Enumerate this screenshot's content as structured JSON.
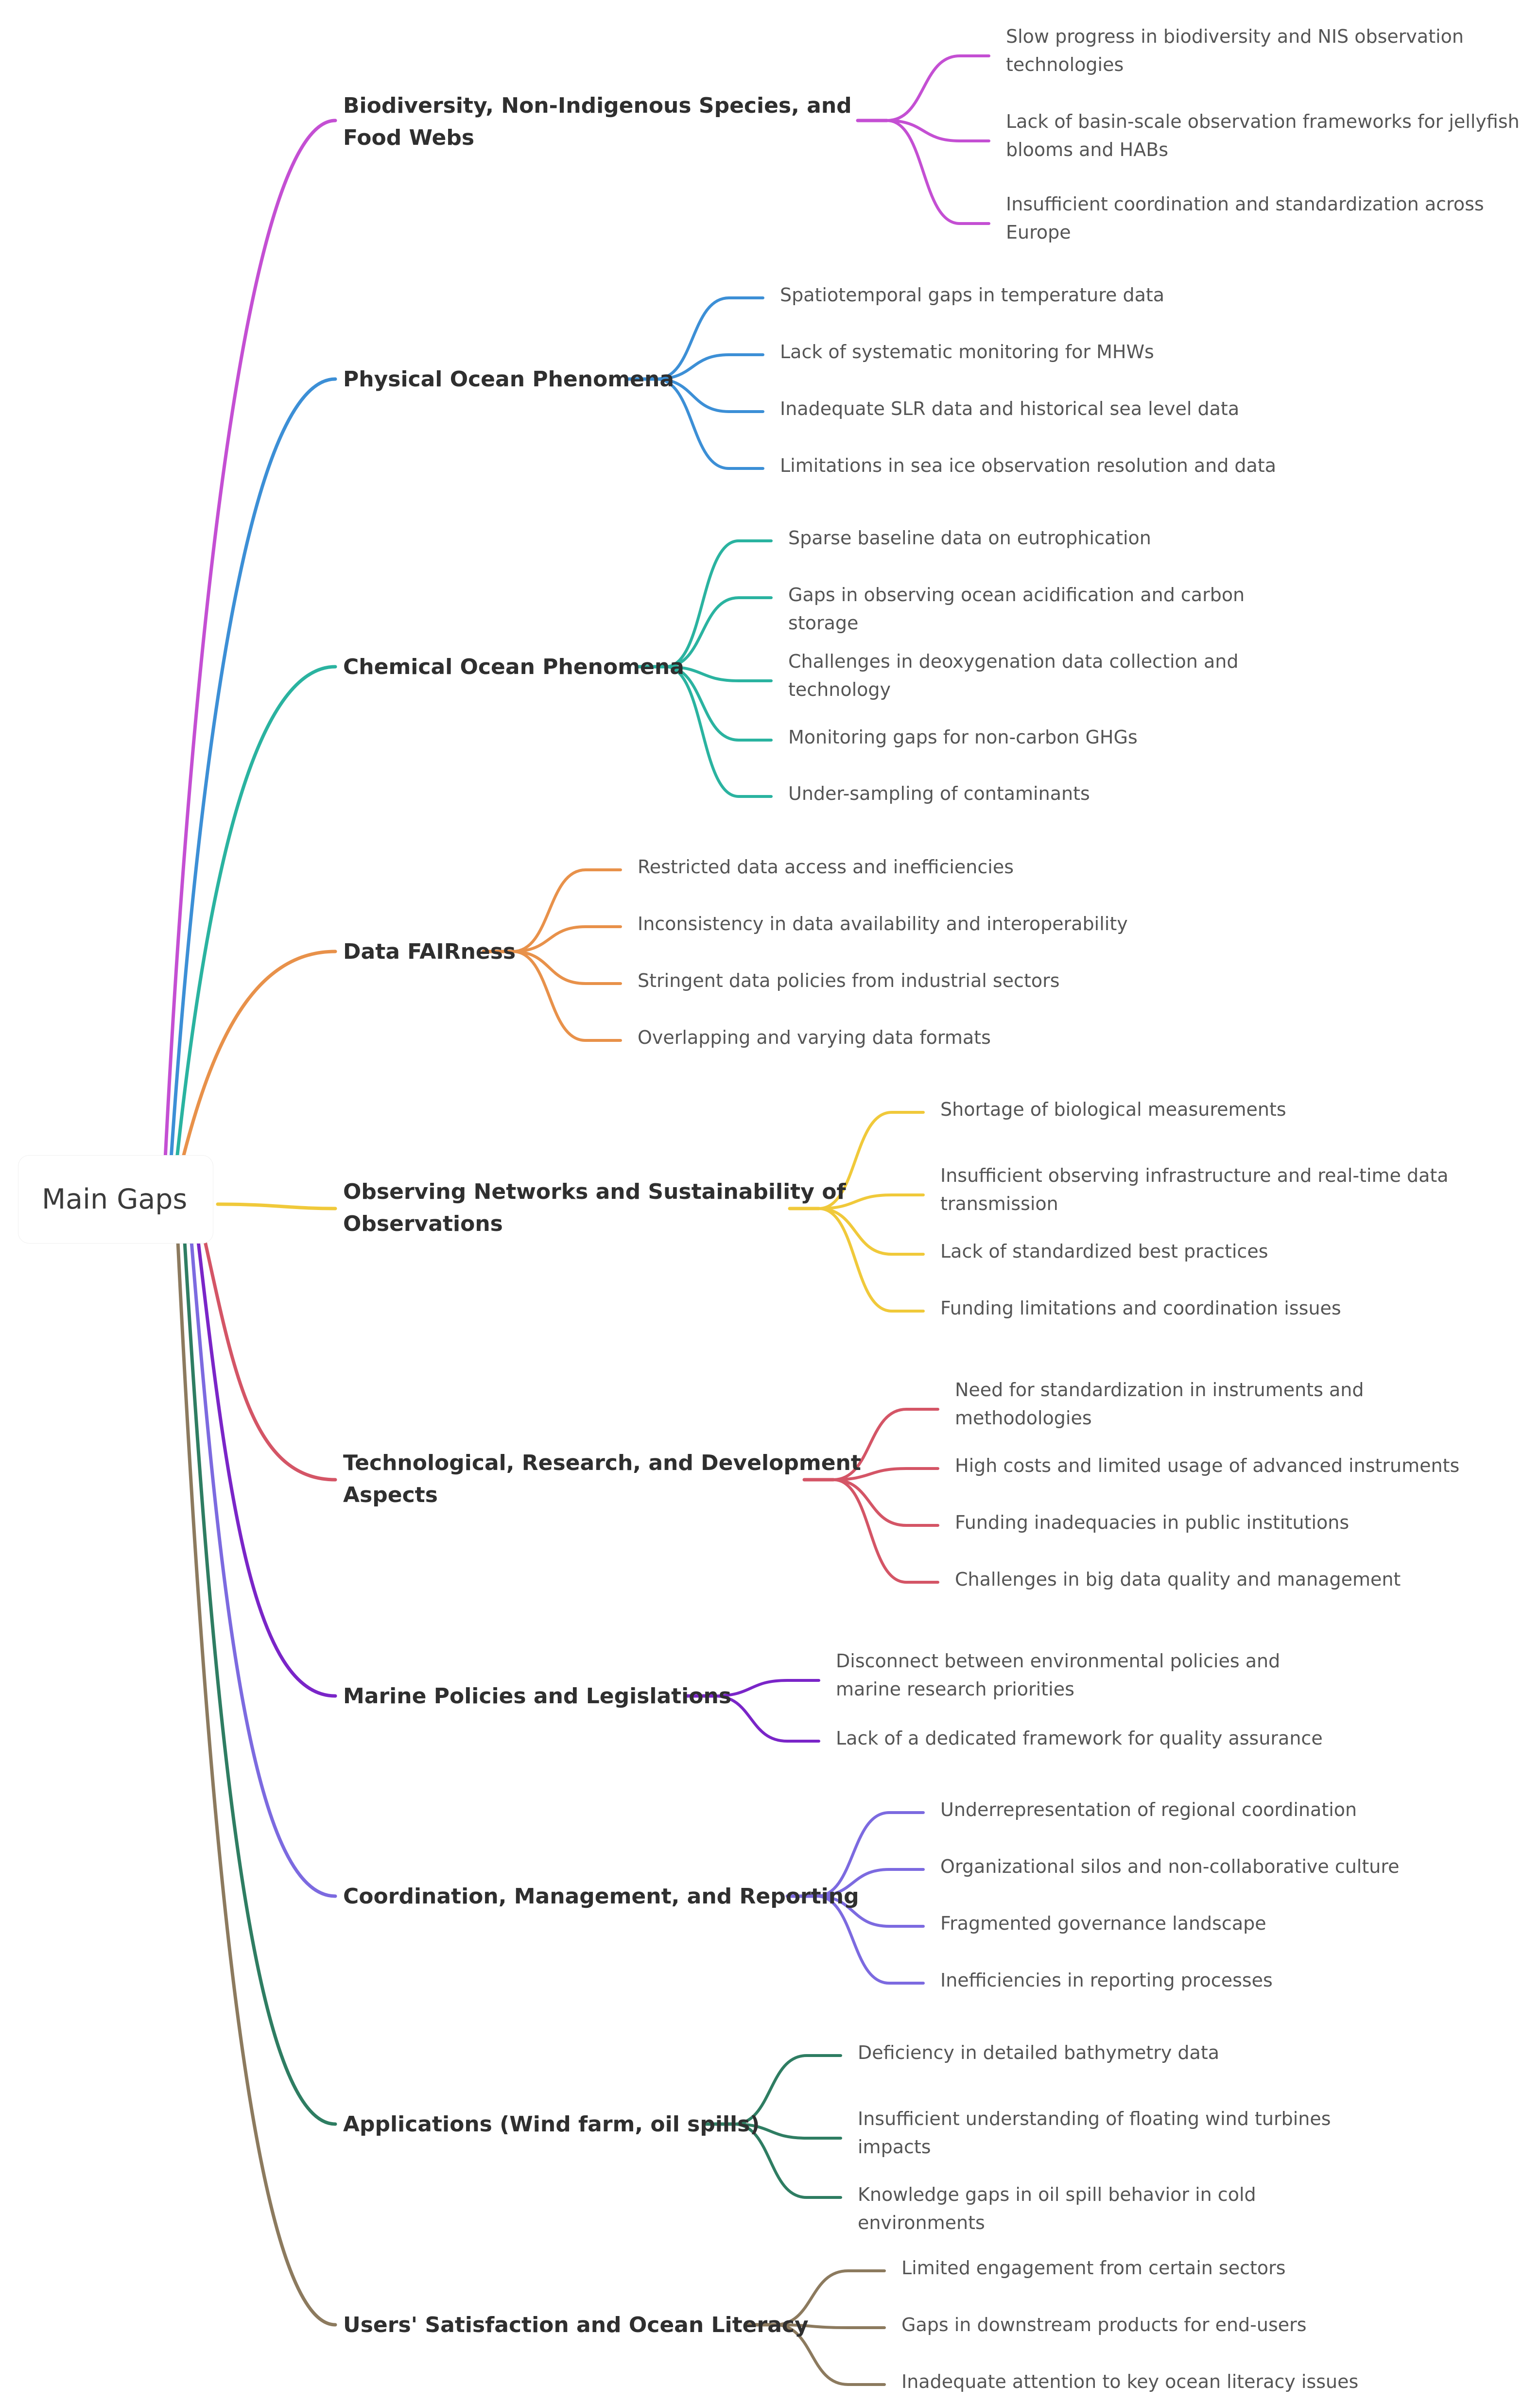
{
  "root": "Main Gaps",
  "branches": [
    {
      "label": "Biodiversity, Non-Indigenous Species, and Food Webs",
      "color": "#c44fd3",
      "items": [
        "Slow progress in biodiversity and NIS observation technologies",
        "Lack of basin-scale observation frameworks for jellyfish blooms and HABs",
        "Insufficient coordination and standardization across Europe"
      ]
    },
    {
      "label": "Physical Ocean Phenomena",
      "color": "#3c8fd6",
      "items": [
        "Spatiotemporal gaps in temperature data",
        "Lack of systematic monitoring for MHWs",
        "Inadequate SLR data and historical sea level data",
        "Limitations in sea ice observation resolution and data"
      ]
    },
    {
      "label": "Chemical Ocean Phenomena",
      "color": "#2ab3a0",
      "items": [
        "Sparse baseline data on eutrophication",
        "Gaps in observing ocean acidification and carbon storage",
        "Challenges in deoxygenation data collection and technology",
        "Monitoring gaps for non-carbon GHGs",
        "Under-sampling of contaminants"
      ]
    },
    {
      "label": "Data FAIRness",
      "color": "#e8914a",
      "items": [
        "Restricted data access and inefficiencies",
        "Inconsistency in data availability and interoperability",
        "Stringent data policies from industrial sectors",
        "Overlapping and varying data formats"
      ]
    },
    {
      "label": "Observing Networks and Sustainability of Observations",
      "color": "#f0c93a",
      "items": [
        "Shortage of biological measurements",
        "Insufficient observing infrastructure and real-time data transmission",
        "Lack of standardized best practices",
        "Funding limitations and coordination issues"
      ]
    },
    {
      "label": "Technological, Research, and Development Aspects",
      "color": "#d45566",
      "items": [
        "Need for standardization in instruments and methodologies",
        "High costs and limited usage of advanced instruments",
        "Funding inadequacies in public institutions",
        "Challenges in big data quality and management"
      ]
    },
    {
      "label": "Marine Policies and Legislations",
      "color": "#7a25c8",
      "items": [
        "Disconnect between environmental policies and marine research priorities",
        "Lack of a dedicated framework for quality assurance"
      ]
    },
    {
      "label": "Coordination, Management, and Reporting",
      "color": "#7c6ae0",
      "items": [
        "Underrepresentation of regional coordination",
        "Organizational silos and non-collaborative culture",
        "Fragmented governance landscape",
        "Inefficiencies in reporting processes"
      ]
    },
    {
      "label": "Applications (Wind farm, oil spills)",
      "color": "#2e7d62",
      "items": [
        "Deficiency in detailed bathymetry data",
        "Insufficient understanding of floating wind turbines impacts",
        "Knowledge gaps in oil spill behavior in cold environments"
      ]
    },
    {
      "label": "Users' Satisfaction and Ocean Literacy",
      "color": "#8c7a5e",
      "items": [
        "Limited engagement from certain sectors",
        "Gaps in downstream products for end-users",
        "Inadequate attention to key ocean literacy issues"
      ]
    }
  ]
}
